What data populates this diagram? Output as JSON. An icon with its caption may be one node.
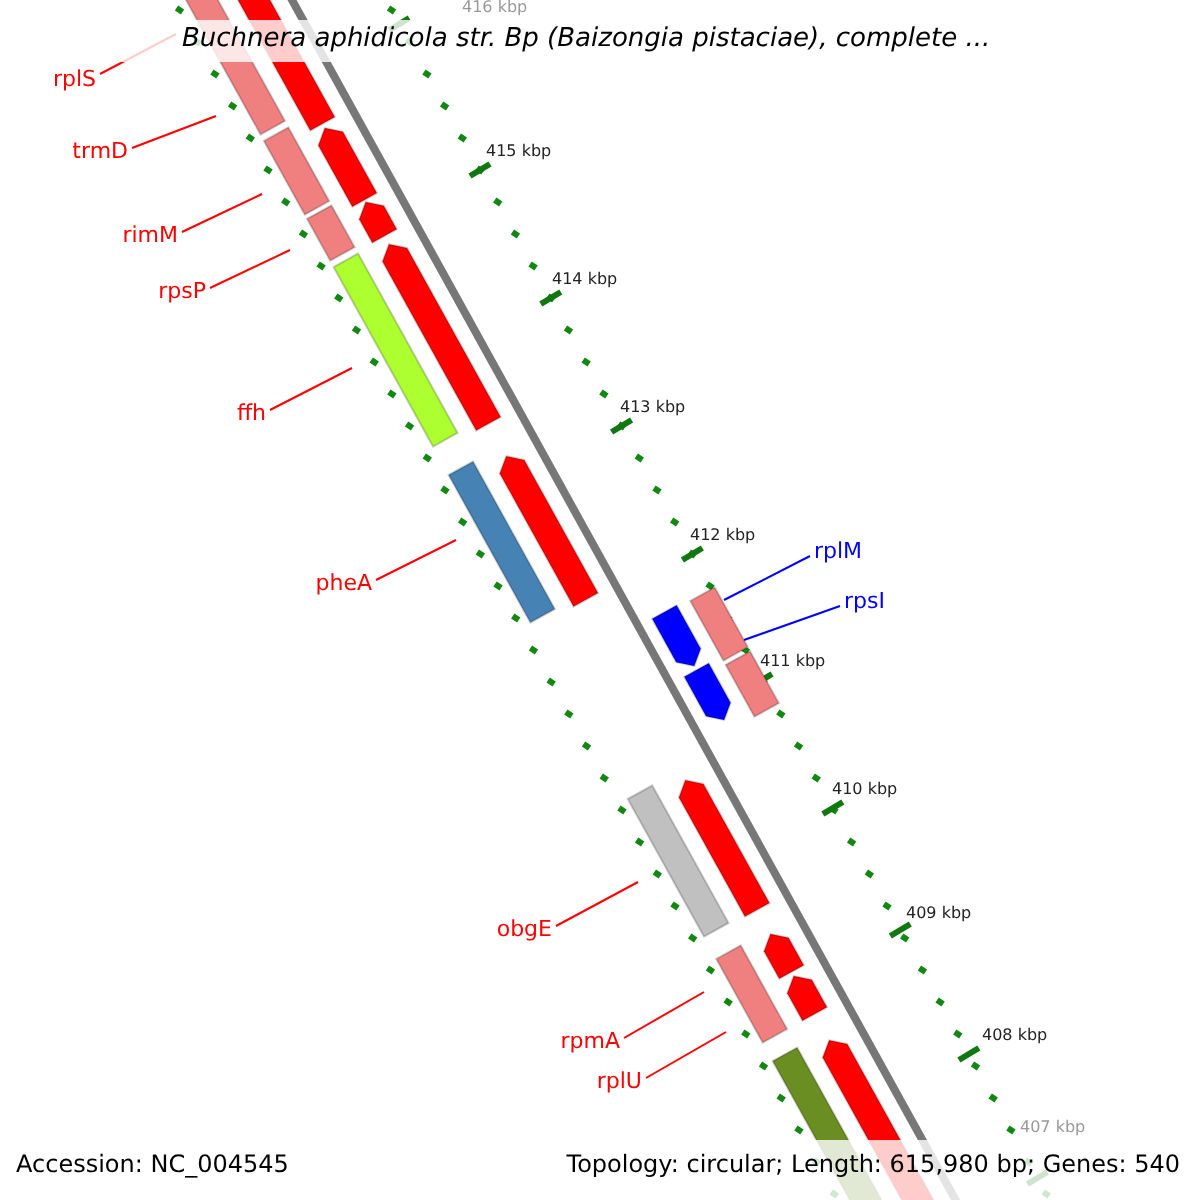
{
  "diagram": {
    "title": "Buchnera aphidicola str. Bp (Baizongia pistaciae), complete ...",
    "nodes": [
      {
        "text": [
          "rplS"
        ]
      },
      {
        "text": [
          "trmD"
        ]
      },
      {
        "text": [
          "rimM"
        ]
      },
      {
        "text": [
          "rpsP"
        ]
      },
      {
        "text": [
          "ffh"
        ]
      },
      {
        "text": [
          "pheA"
        ]
      },
      {
        "text": [
          "obgE"
        ]
      },
      {
        "text": [
          "rpmA"
        ]
      },
      {
        "text": [
          "rplU"
        ]
      },
      {
        "text": [
          "rplM"
        ]
      },
      {
        "text": [
          "rpsI"
        ]
      }
    ],
    "edges": [
      {
        "from": 0,
        "to": null,
        "arrow": "none"
      },
      {
        "from": 1,
        "to": null,
        "arrow": "none"
      },
      {
        "from": 2,
        "to": null,
        "arrow": "none"
      },
      {
        "from": 3,
        "to": null,
        "arrow": "none"
      },
      {
        "from": 4,
        "to": null,
        "arrow": "none"
      },
      {
        "from": 5,
        "to": null,
        "arrow": "none"
      },
      {
        "from": 6,
        "to": null,
        "arrow": "none"
      },
      {
        "from": 7,
        "to": null,
        "arrow": "none"
      },
      {
        "from": 8,
        "to": null,
        "arrow": "none"
      },
      {
        "from": 9,
        "to": null,
        "arrow": "none",
        "color": "#0000ff"
      },
      {
        "from": 10,
        "to": null,
        "arrow": "none",
        "color": "#0000ff"
      }
    ],
    "labels": [
      "416 kbp",
      "415 kbp",
      "414 kbp",
      "413 kbp",
      "412 kbp",
      "411 kbp",
      "410 kbp",
      "409 kbp",
      "408 kbp",
      "407 kbp",
      "Accession: NC_004545",
      "Topology: circular; Length: 615,980 bp; Genes: 540"
    ]
  }
}
